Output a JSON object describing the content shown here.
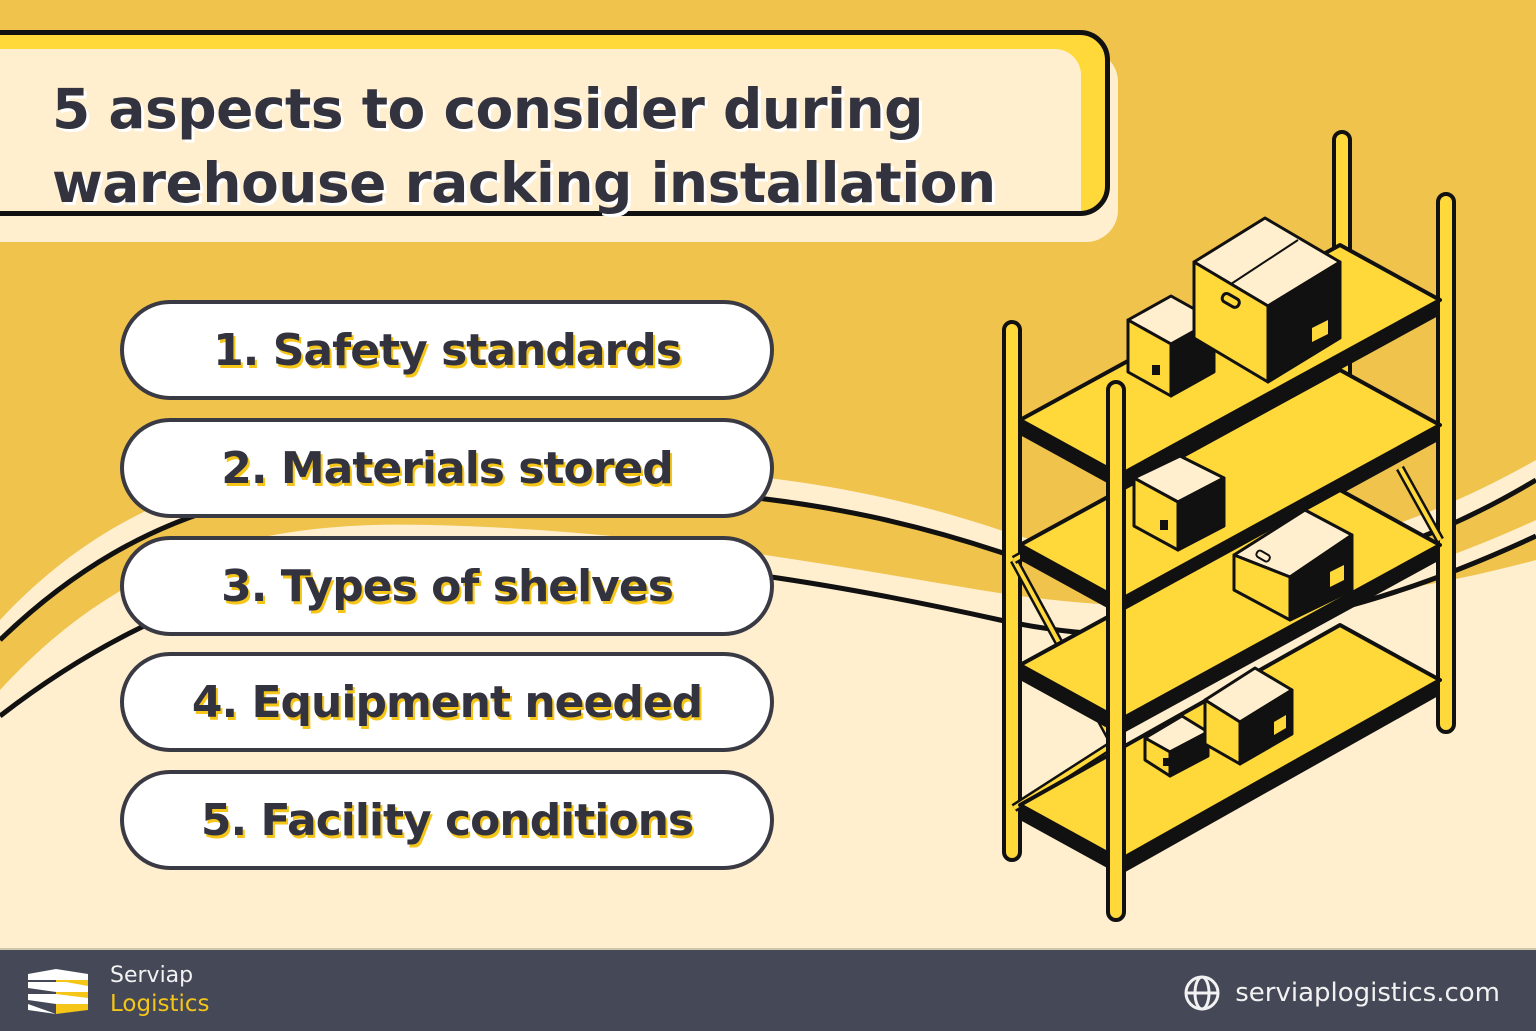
{
  "title": {
    "line1": "5 aspects to consider during",
    "line2": "warehouse racking installation"
  },
  "aspects": [
    {
      "label": "1. Safety standards"
    },
    {
      "label": "2. Materials stored"
    },
    {
      "label": "3. Types of shelves"
    },
    {
      "label": "4. Equipment needed"
    },
    {
      "label": "5. Facility conditions"
    }
  ],
  "illustration": {
    "subject": "isometric warehouse shelving rack with cardboard boxes",
    "icon": "shelving-rack-icon"
  },
  "footer": {
    "brand_line1": "Serviap",
    "brand_line2": "Logistics",
    "website": "serviaplogistics.com",
    "logo_icon": "stacked-layers-logo-icon",
    "website_icon": "globe-icon"
  },
  "colors": {
    "background": "#F0C34C",
    "cream": "#FFEFCF",
    "yellow": "#FFD83A",
    "text_dark": "#33333F",
    "outline": "#111111",
    "footer_bg": "#454856",
    "accent_yellow": "#F5C518"
  }
}
